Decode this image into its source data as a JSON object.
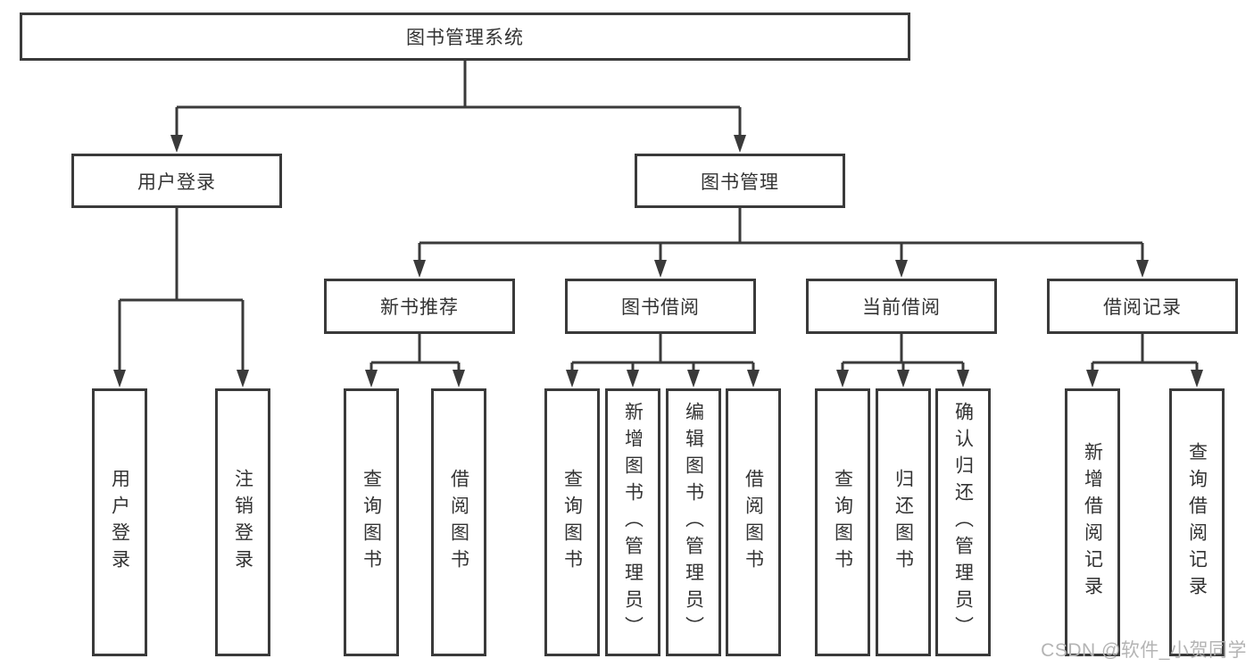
{
  "tree": {
    "root": {
      "label": "图书管理系统"
    },
    "children": [
      {
        "label": "用户登录",
        "children": [
          {
            "label": "用户登录"
          },
          {
            "label": "注销登录"
          }
        ]
      },
      {
        "label": "图书管理",
        "children": [
          {
            "label": "新书推荐",
            "children": [
              {
                "label": "查询图书"
              },
              {
                "label": "借阅图书"
              }
            ]
          },
          {
            "label": "图书借阅",
            "children": [
              {
                "label": "查询图书"
              },
              {
                "label": "新增图书（管理员）"
              },
              {
                "label": "编辑图书（管理员）"
              },
              {
                "label": "借阅图书"
              }
            ]
          },
          {
            "label": "当前借阅",
            "children": [
              {
                "label": "查询图书"
              },
              {
                "label": "归还图书"
              },
              {
                "label": "确认归还（管理员）"
              }
            ]
          },
          {
            "label": "借阅记录",
            "children": [
              {
                "label": "新增借阅记录"
              },
              {
                "label": "查询借阅记录"
              }
            ]
          }
        ]
      }
    ]
  },
  "watermark": {
    "text": "CSDN @软件_小贺同学"
  },
  "colors": {
    "line": "#3a3a3a",
    "text": "#333333",
    "watermark": "#b4b4b4",
    "background": "#ffffff"
  }
}
